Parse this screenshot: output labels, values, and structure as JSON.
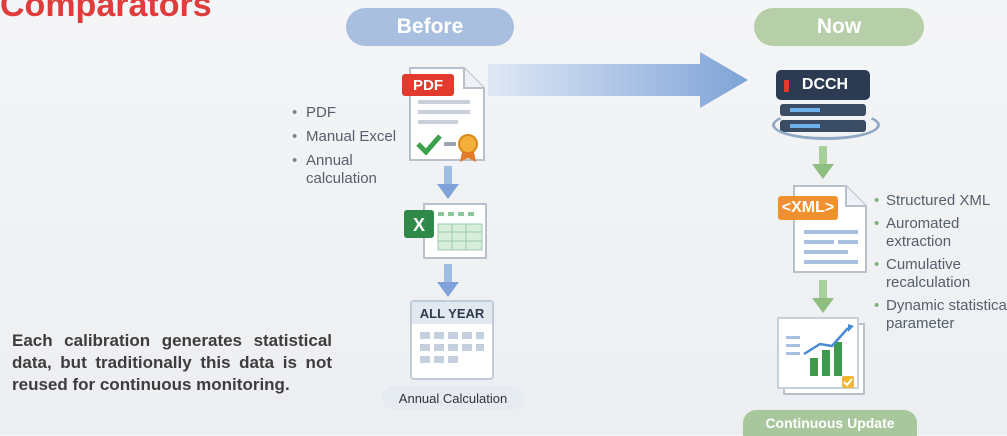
{
  "title": "Comparators",
  "before": {
    "label": "Before",
    "bullets": [
      "PDF",
      "Manual Excel",
      "Annual calculation"
    ],
    "pdf_badge": "PDF",
    "calendar_label": "ALL YEAR",
    "caption": "Annual Calculation"
  },
  "now": {
    "label": "Now",
    "server_label": "DCCH",
    "xml_badge": "<XML>",
    "bullets": [
      "Structured XML",
      "Auromated extraction",
      "Cumulative recalculation",
      "Dynamic statistical parameter"
    ],
    "caption": "Continuous Update"
  },
  "paragraph": "Each calibration generates statistical data, but traditionally this data is not reused for continuous monitoring.",
  "colors": {
    "title": "#e03c3c",
    "before_pill": "#a9bfdf",
    "now_pill": "#b7cfa9",
    "arrow_blue": "#7fa3d8",
    "arrow_green": "#8fbf80",
    "pdf_red": "#e23b2e",
    "xml_orange": "#f0912f",
    "excel_green": "#2f8a4a"
  },
  "icons": [
    "document-pdf-icon",
    "excel-icon",
    "calendar-icon",
    "server-icon",
    "xml-document-icon",
    "report-chart-icon"
  ]
}
